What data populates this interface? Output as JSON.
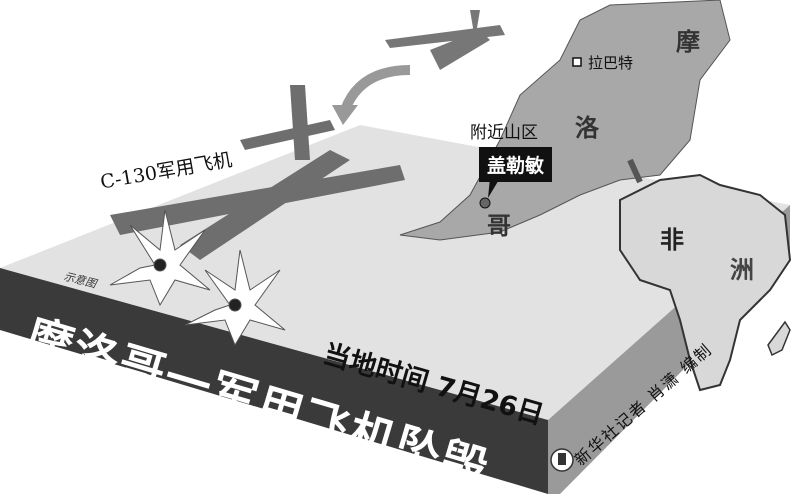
{
  "headline": "摩洛哥一军用飞机坠毁",
  "date": "当地时间 7月26日",
  "credit": "新华社记者 肖潇 编制",
  "aircraft_label": "C-130军用飞机",
  "sketch_note": "示意图",
  "map": {
    "crash_site_note": "附近山区",
    "crash_city": "盖勒敏",
    "capital": "拉巴特",
    "country_chars": [
      "摩",
      "洛",
      "哥"
    ],
    "continent_chars": [
      "非",
      "洲"
    ]
  },
  "colors": {
    "slab_front": "#3a3a3a",
    "slab_top": "#e2e2e2",
    "slab_side": "#9a9a9a",
    "map": "#a8a8a8"
  }
}
